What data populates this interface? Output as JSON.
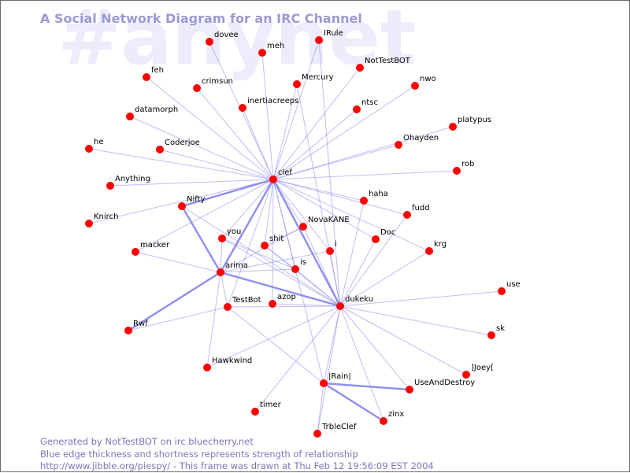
{
  "title": "A Social Network Diagram for an IRC Channel",
  "watermark": "#anynet",
  "footer": {
    "line1": "Generated by NotTestBOT on irc.bluecherry.net",
    "line2": "Blue edge thickness and shortness represents strength of relationship",
    "line3": "http://www.jibble.org/piespy/ - This frame was drawn at Thu Feb 12 19:56:09 EST 2004"
  },
  "colors": {
    "node": "#ff0000",
    "edge": "#8888ee",
    "title": "#9a9ad6",
    "watermark": "#ececfb",
    "footer": "#7878b8"
  },
  "nodes": [
    {
      "id": "dovee",
      "label": "dovee"
    },
    {
      "id": "meh",
      "label": "meh"
    },
    {
      "id": "IRule",
      "label": "IRule"
    },
    {
      "id": "NotTestBOT",
      "label": "NotTestBOT"
    },
    {
      "id": "feh",
      "label": "feh"
    },
    {
      "id": "crimsun",
      "label": "crimsun"
    },
    {
      "id": "Mercury",
      "label": "Mercury"
    },
    {
      "id": "nwo",
      "label": "nwo"
    },
    {
      "id": "inertiacreeps",
      "label": "inertiacreeps"
    },
    {
      "id": "ntsc",
      "label": "ntsc"
    },
    {
      "id": "datamorph",
      "label": "datamorph"
    },
    {
      "id": "platypus",
      "label": "platypus"
    },
    {
      "id": "he",
      "label": "he"
    },
    {
      "id": "Coderjoe",
      "label": "Coderjoe"
    },
    {
      "id": "Ohayden",
      "label": "Ohayden"
    },
    {
      "id": "rob",
      "label": "rob"
    },
    {
      "id": "clef",
      "label": "clef"
    },
    {
      "id": "Anything",
      "label": "Anything"
    },
    {
      "id": "haha",
      "label": "haha"
    },
    {
      "id": "Nifty",
      "label": "Nifty"
    },
    {
      "id": "fudd",
      "label": "fudd"
    },
    {
      "id": "Knirch",
      "label": "Knirch"
    },
    {
      "id": "NovaKANE",
      "label": "NovaKANE"
    },
    {
      "id": "you",
      "label": "you"
    },
    {
      "id": "Doc",
      "label": "Doc"
    },
    {
      "id": "shit",
      "label": "shit"
    },
    {
      "id": "macker",
      "label": "macker"
    },
    {
      "id": "i",
      "label": "i"
    },
    {
      "id": "krg",
      "label": "krg"
    },
    {
      "id": "is",
      "label": "is"
    },
    {
      "id": "arima",
      "label": "arima"
    },
    {
      "id": "use",
      "label": "use"
    },
    {
      "id": "azop",
      "label": "azop"
    },
    {
      "id": "TestBot",
      "label": "TestBot"
    },
    {
      "id": "dukeku",
      "label": "dukeku"
    },
    {
      "id": "Rwf",
      "label": "Rwf"
    },
    {
      "id": "sk",
      "label": "sk"
    },
    {
      "id": "Hawkwind",
      "label": "Hawkwind"
    },
    {
      "id": "]Joey[",
      "label": "]Joey["
    },
    {
      "id": "|Rain|",
      "label": "|Rain|"
    },
    {
      "id": "UseAndDestroy",
      "label": "UseAndDestroy"
    },
    {
      "id": "timer",
      "label": "timer"
    },
    {
      "id": "zinx",
      "label": "zinx"
    },
    {
      "id": "TrbleClef",
      "label": "TrbleClef"
    }
  ],
  "edges": [
    {
      "source": "clef",
      "target": "dovee",
      "weight": 1
    },
    {
      "source": "clef",
      "target": "meh",
      "weight": 1
    },
    {
      "source": "clef",
      "target": "IRule",
      "weight": 1
    },
    {
      "source": "clef",
      "target": "NotTestBOT",
      "weight": 1
    },
    {
      "source": "clef",
      "target": "feh",
      "weight": 1
    },
    {
      "source": "clef",
      "target": "crimsun",
      "weight": 1
    },
    {
      "source": "clef",
      "target": "Mercury",
      "weight": 1
    },
    {
      "source": "clef",
      "target": "nwo",
      "weight": 1
    },
    {
      "source": "clef",
      "target": "inertiacreeps",
      "weight": 1
    },
    {
      "source": "clef",
      "target": "ntsc",
      "weight": 1
    },
    {
      "source": "clef",
      "target": "datamorph",
      "weight": 1
    },
    {
      "source": "clef",
      "target": "platypus",
      "weight": 1
    },
    {
      "source": "clef",
      "target": "he",
      "weight": 1
    },
    {
      "source": "clef",
      "target": "Coderjoe",
      "weight": 1
    },
    {
      "source": "clef",
      "target": "Ohayden",
      "weight": 1
    },
    {
      "source": "clef",
      "target": "rob",
      "weight": 1
    },
    {
      "source": "clef",
      "target": "Anything",
      "weight": 1
    },
    {
      "source": "clef",
      "target": "haha",
      "weight": 1
    },
    {
      "source": "clef",
      "target": "Nifty",
      "weight": 2
    },
    {
      "source": "clef",
      "target": "fudd",
      "weight": 1
    },
    {
      "source": "clef",
      "target": "Knirch",
      "weight": 1
    },
    {
      "source": "clef",
      "target": "NovaKANE",
      "weight": 1
    },
    {
      "source": "clef",
      "target": "you",
      "weight": 1
    },
    {
      "source": "clef",
      "target": "Doc",
      "weight": 1
    },
    {
      "source": "clef",
      "target": "shit",
      "weight": 1
    },
    {
      "source": "clef",
      "target": "macker",
      "weight": 1
    },
    {
      "source": "clef",
      "target": "i",
      "weight": 1
    },
    {
      "source": "clef",
      "target": "krg",
      "weight": 1
    },
    {
      "source": "clef",
      "target": "is",
      "weight": 1
    },
    {
      "source": "clef",
      "target": "arima",
      "weight": 2
    },
    {
      "source": "clef",
      "target": "azop",
      "weight": 1
    },
    {
      "source": "clef",
      "target": "TestBot",
      "weight": 1
    },
    {
      "source": "clef",
      "target": "dukeku",
      "weight": 2
    },
    {
      "source": "clef",
      "target": "|Rain|",
      "weight": 1
    },
    {
      "source": "Nifty",
      "target": "arima",
      "weight": 2
    },
    {
      "source": "arima",
      "target": "dukeku",
      "weight": 2
    },
    {
      "source": "arima",
      "target": "Rwf",
      "weight": 2
    },
    {
      "source": "arima",
      "target": "is",
      "weight": 1
    },
    {
      "source": "arima",
      "target": "i",
      "weight": 1
    },
    {
      "source": "arima",
      "target": "NovaKANE",
      "weight": 1
    },
    {
      "source": "arima",
      "target": "Hawkwind",
      "weight": 1
    },
    {
      "source": "arima",
      "target": "macker",
      "weight": 1
    },
    {
      "source": "arima",
      "target": "you",
      "weight": 1
    },
    {
      "source": "arima",
      "target": "TestBot",
      "weight": 1
    },
    {
      "source": "Nifty",
      "target": "dukeku",
      "weight": 1
    },
    {
      "source": "dukeku",
      "target": "haha",
      "weight": 1
    },
    {
      "source": "dukeku",
      "target": "fudd",
      "weight": 1
    },
    {
      "source": "dukeku",
      "target": "NovaKANE",
      "weight": 1
    },
    {
      "source": "dukeku",
      "target": "you",
      "weight": 1
    },
    {
      "source": "dukeku",
      "target": "Doc",
      "weight": 1
    },
    {
      "source": "dukeku",
      "target": "shit",
      "weight": 1
    },
    {
      "source": "dukeku",
      "target": "i",
      "weight": 1
    },
    {
      "source": "dukeku",
      "target": "krg",
      "weight": 1
    },
    {
      "source": "dukeku",
      "target": "is",
      "weight": 1
    },
    {
      "source": "dukeku",
      "target": "use",
      "weight": 1
    },
    {
      "source": "dukeku",
      "target": "azop",
      "weight": 1
    },
    {
      "source": "dukeku",
      "target": "TestBot",
      "weight": 1
    },
    {
      "source": "dukeku",
      "target": "sk",
      "weight": 1
    },
    {
      "source": "dukeku",
      "target": "Hawkwind",
      "weight": 1
    },
    {
      "source": "dukeku",
      "target": "]Joey[",
      "weight": 1
    },
    {
      "source": "dukeku",
      "target": "|Rain|",
      "weight": 1
    },
    {
      "source": "dukeku",
      "target": "UseAndDestroy",
      "weight": 1
    },
    {
      "source": "dukeku",
      "target": "timer",
      "weight": 1
    },
    {
      "source": "dukeku",
      "target": "zinx",
      "weight": 1
    },
    {
      "source": "dukeku",
      "target": "TrbleClef",
      "weight": 1
    },
    {
      "source": "dukeku",
      "target": "Mercury",
      "weight": 1
    },
    {
      "source": "dukeku",
      "target": "IRule",
      "weight": 1
    },
    {
      "source": "|Rain|",
      "target": "UseAndDestroy",
      "weight": 2
    },
    {
      "source": "|Rain|",
      "target": "zinx",
      "weight": 2
    },
    {
      "source": "|Rain|",
      "target": "TrbleClef",
      "weight": 1
    },
    {
      "source": "TestBot",
      "target": "Rwf",
      "weight": 1
    },
    {
      "source": "TestBot",
      "target": "|Rain|",
      "weight": 1
    },
    {
      "source": "shit",
      "target": "NovaKANE",
      "weight": 1
    },
    {
      "source": "shit",
      "target": "is",
      "weight": 1
    },
    {
      "source": "is",
      "target": "you",
      "weight": 1
    }
  ]
}
